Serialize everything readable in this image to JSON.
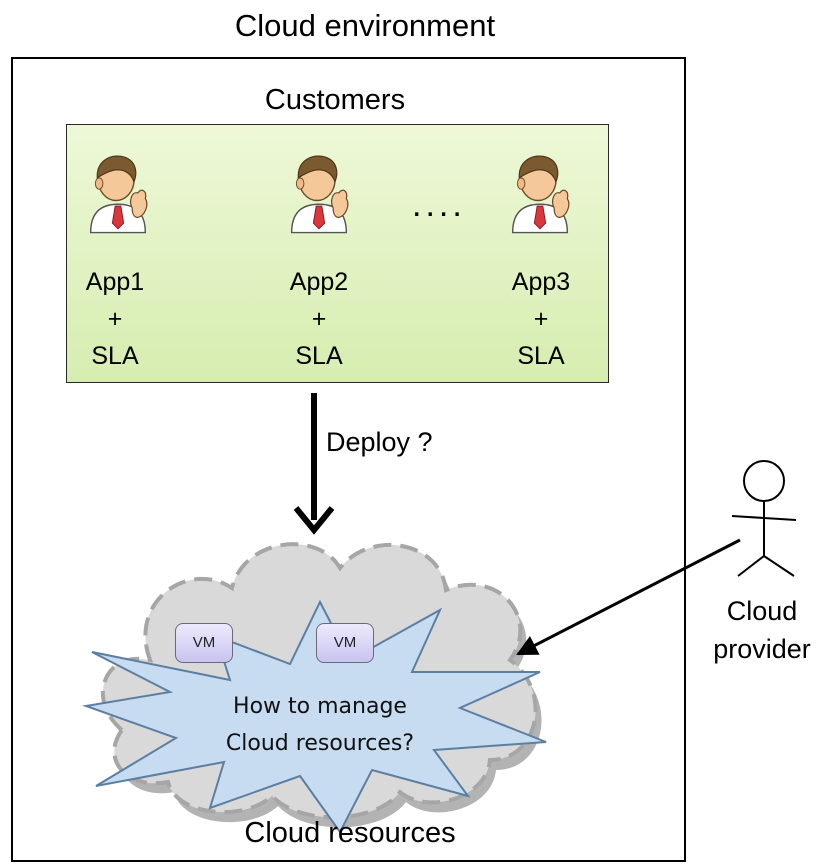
{
  "title": "Cloud environment",
  "customers": {
    "title": "Customers",
    "ellipsis": "....",
    "apps": [
      {
        "name": "App1",
        "plus": "+",
        "sla": "SLA"
      },
      {
        "name": "App2",
        "plus": "+",
        "sla": "SLA"
      },
      {
        "name": "App3",
        "plus": "+",
        "sla": "SLA"
      }
    ]
  },
  "deploy_label": "Deploy ?",
  "cloud": {
    "label": "Cloud resources",
    "vms": [
      "VM",
      "VM"
    ],
    "question_line1": "How to manage",
    "question_line2": "Cloud resources?"
  },
  "provider": {
    "line1": "Cloud",
    "line2": "provider"
  },
  "colors": {
    "customers_fill": "#e3f3c4",
    "cloud_fill": "#d9d9d9",
    "cloud_border": "#a6a6a6",
    "burst_fill": "#c7dcf0",
    "vm_fill": "#dcd9f7",
    "skin": "#f5c89a",
    "hair": "#7a5a2e",
    "tie": "#d9363e"
  }
}
